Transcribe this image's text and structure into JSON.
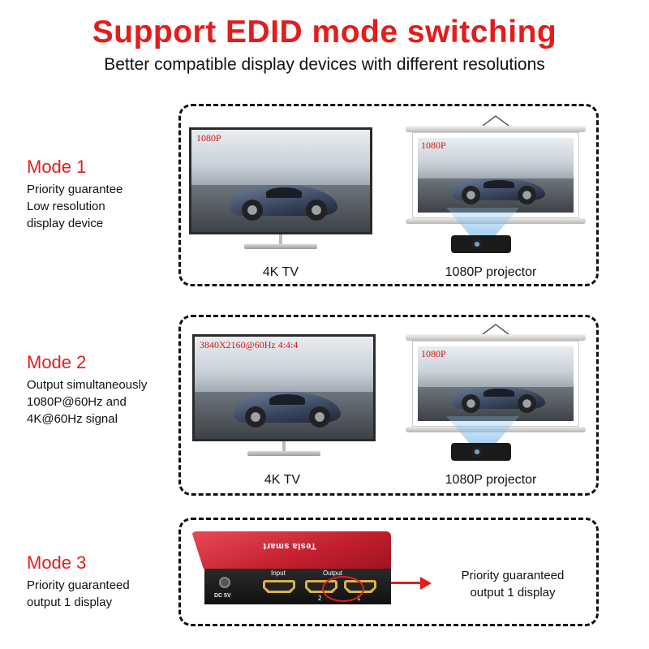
{
  "header": {
    "title": "Support EDID mode switching",
    "subtitle": "Better compatible display devices with different resolutions"
  },
  "modes": [
    {
      "title": "Mode 1",
      "lines": [
        "Priority guarantee",
        "Low resolution",
        "display device"
      ],
      "tv": {
        "resolution": "1080P",
        "label": "4K TV"
      },
      "projector": {
        "resolution": "1080P",
        "label": "1080P projector"
      }
    },
    {
      "title": "Mode 2",
      "lines": [
        "Output simultaneously",
        "1080P@60Hz and",
        "4K@60Hz signal"
      ],
      "tv": {
        "resolution": "3840X2160@60Hz 4:4:4",
        "label": "4K TV"
      },
      "projector": {
        "resolution": "1080P",
        "label": "1080P projector"
      }
    },
    {
      "title": "Mode 3",
      "lines": [
        "Priority guaranteed",
        "output 1 display"
      ],
      "device": {
        "brand": "Tesla smart",
        "dc_label": "DC 5V",
        "input_label": "Input",
        "output_label": "Output",
        "port_2": "2",
        "port_1": "1"
      },
      "callout": [
        "Priority guaranteed",
        "output 1 display"
      ]
    }
  ],
  "colors": {
    "accent_red": "#e31c1c",
    "text": "#111111",
    "switch_red": "#c31f2e"
  },
  "icons": [
    "tv-icon",
    "projector-screen-icon",
    "projector-icon",
    "hdmi-switch-icon",
    "arrow-right-icon"
  ]
}
